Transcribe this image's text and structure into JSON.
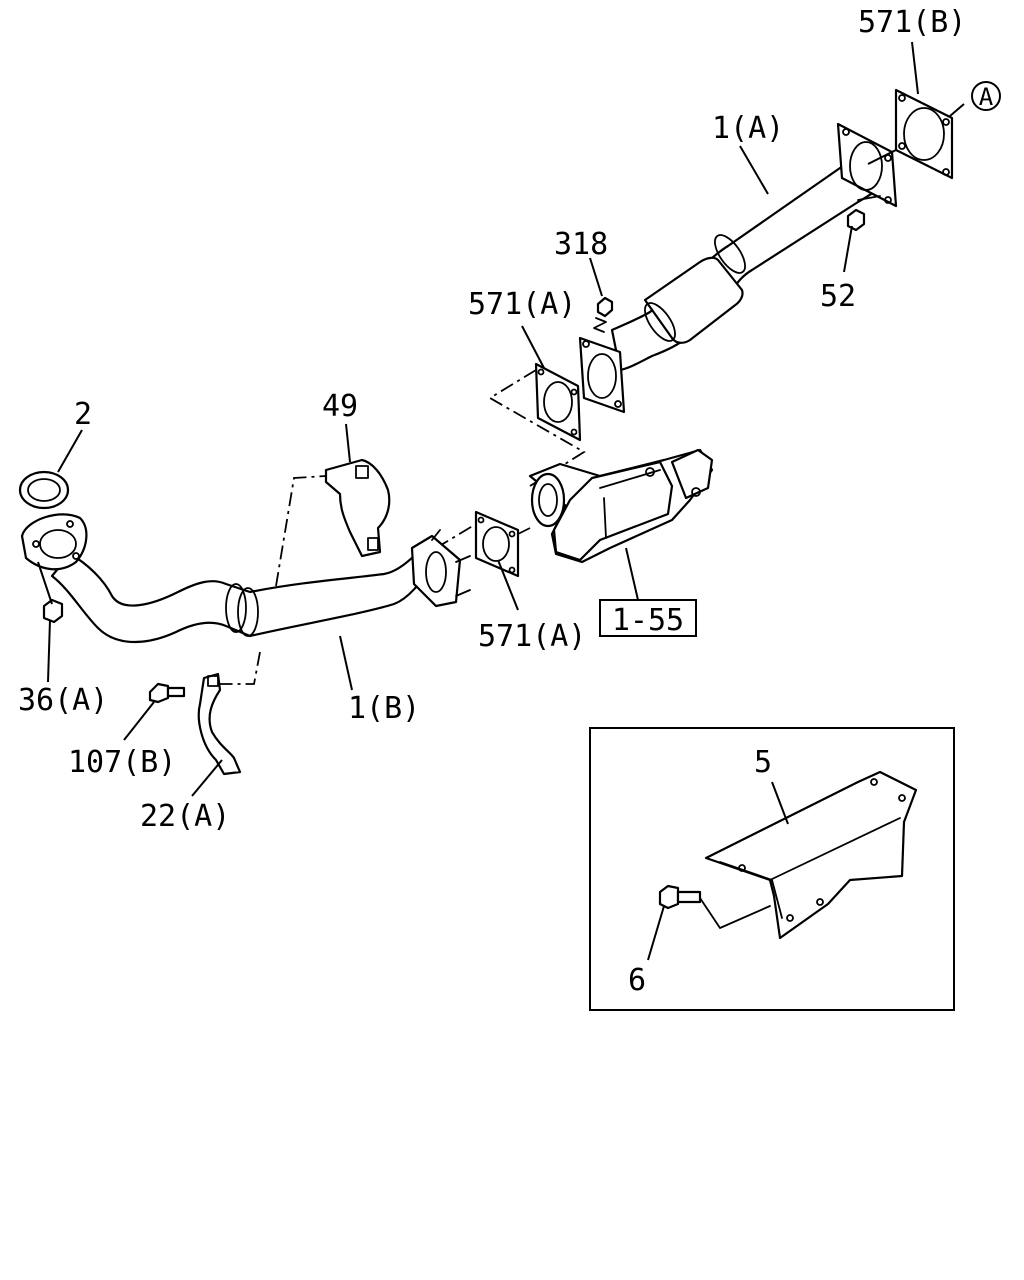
{
  "labels": {
    "p571b": "571(B)",
    "circleA": "A",
    "p1a": "1(A)",
    "p318": "318",
    "p52": "52",
    "p571a_top": "571(A)",
    "p2": "2",
    "p49": "49",
    "p571a_mid": "571(A)",
    "ref155": "1-55",
    "p36a": "36(A)",
    "p1b": "1(B)",
    "p107b": "107(B)",
    "p22a": "22(A)",
    "p5": "5",
    "p6": "6"
  }
}
